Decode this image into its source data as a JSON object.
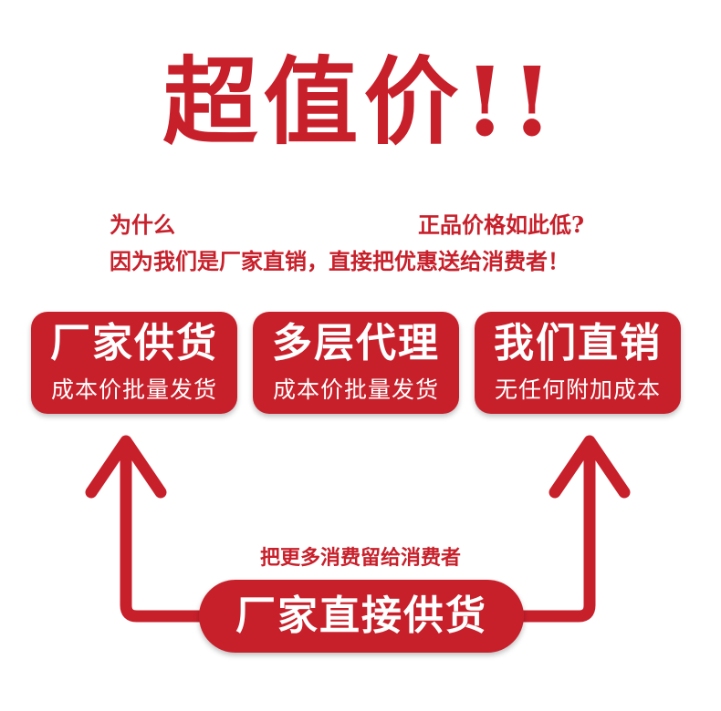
{
  "headline": "超值价!!",
  "question": {
    "part1": "为什么",
    "part2": "正品价格如此低?",
    "answer": "因为我们是厂家直销，直接把优惠送给消费者！"
  },
  "boxes": [
    {
      "title": "厂家供货",
      "subtitle": "成本价批量发货"
    },
    {
      "title": "多层代理",
      "subtitle": "成本价批量发货"
    },
    {
      "title": "我们直销",
      "subtitle": "无任何附加成本"
    }
  ],
  "bottom": {
    "note": "把更多消费留给消费者",
    "pill_label": "厂家直接供货"
  },
  "colors": {
    "accent": "#c8202b",
    "background": "#ffffff",
    "box_text": "#ffffff"
  }
}
